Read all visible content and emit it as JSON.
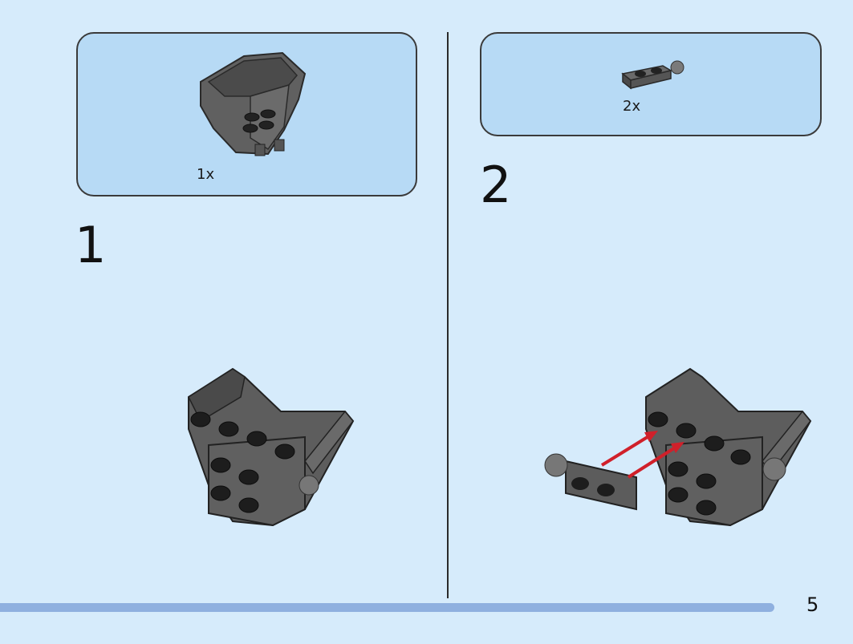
{
  "steps": [
    {
      "number": "1",
      "parts_qty": "1x"
    },
    {
      "number": "2",
      "parts_qty": "2x"
    }
  ],
  "page_number": "5",
  "colors": {
    "background": "#d6ebfb",
    "parts_box": "#b7daf5",
    "brick_gray": "#5c5c5c",
    "arrow": "#d0202a",
    "progress": "#8fb0df"
  }
}
